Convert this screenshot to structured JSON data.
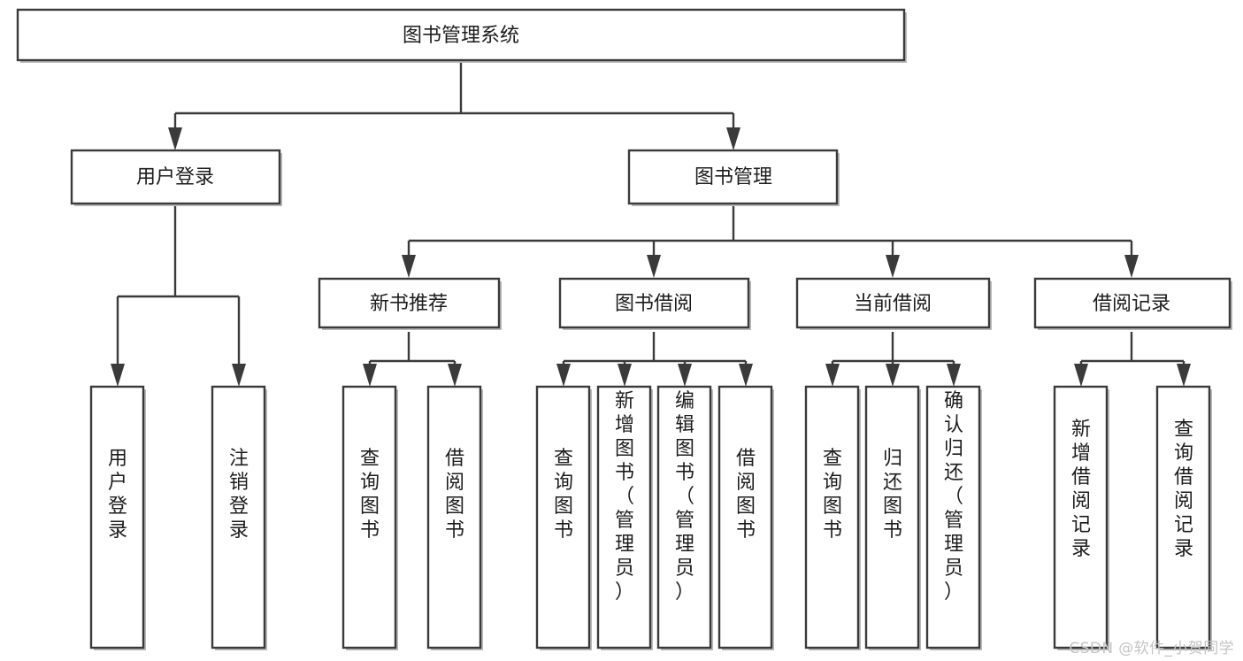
{
  "diagram": {
    "title": "图书管理系统",
    "type": "tree-hierarchy-chart",
    "orientation": "top-down",
    "colors": {
      "node_fill": "#ffffff",
      "node_stroke": "#3a3a3a",
      "connector": "#3a3a3a",
      "text": "#1c1c1c",
      "background": "#ffffff",
      "watermark": "#c4c4c4"
    },
    "root": {
      "id": "root",
      "label": "图书管理系统",
      "orientation": "horizontal"
    },
    "level2": [
      {
        "id": "user-login",
        "label": "用户登录",
        "orientation": "horizontal"
      },
      {
        "id": "book-management",
        "label": "图书管理",
        "orientation": "horizontal"
      }
    ],
    "level3": [
      {
        "id": "new-book-recommend",
        "label": "新书推荐",
        "orientation": "horizontal",
        "parent": "book-management"
      },
      {
        "id": "book-borrow",
        "label": "图书借阅",
        "orientation": "horizontal",
        "parent": "book-management"
      },
      {
        "id": "current-borrow",
        "label": "当前借阅",
        "orientation": "horizontal",
        "parent": "book-management"
      },
      {
        "id": "borrow-record",
        "label": "借阅记录",
        "orientation": "horizontal",
        "parent": "book-management"
      }
    ],
    "leaves": [
      {
        "id": "leaf-user-login",
        "label": "用户登录",
        "orientation": "vertical",
        "parent": "user-login"
      },
      {
        "id": "leaf-logout-login",
        "label": "注销登录",
        "orientation": "vertical",
        "parent": "user-login"
      },
      {
        "id": "leaf-query-book-1",
        "label": "查询图书",
        "orientation": "vertical",
        "parent": "new-book-recommend"
      },
      {
        "id": "leaf-borrow-book-1",
        "label": "借阅图书",
        "orientation": "vertical",
        "parent": "new-book-recommend"
      },
      {
        "id": "leaf-query-book-2",
        "label": "查询图书",
        "orientation": "vertical",
        "parent": "book-borrow"
      },
      {
        "id": "leaf-add-book-admin",
        "label": "新增图书（管理员）",
        "orientation": "vertical",
        "parent": "book-borrow"
      },
      {
        "id": "leaf-edit-book-admin",
        "label": "编辑图书（管理员）",
        "orientation": "vertical",
        "parent": "book-borrow"
      },
      {
        "id": "leaf-borrow-book-2",
        "label": "借阅图书",
        "orientation": "vertical",
        "parent": "book-borrow"
      },
      {
        "id": "leaf-query-book-3",
        "label": "查询图书",
        "orientation": "vertical",
        "parent": "current-borrow"
      },
      {
        "id": "leaf-return-book",
        "label": "归还图书",
        "orientation": "vertical",
        "parent": "current-borrow"
      },
      {
        "id": "leaf-confirm-return-admin",
        "label": "确认归还（管理员）",
        "orientation": "vertical",
        "parent": "current-borrow"
      },
      {
        "id": "leaf-add-borrow-record",
        "label": "新增借阅记录",
        "orientation": "vertical",
        "parent": "borrow-record"
      },
      {
        "id": "leaf-query-borrow-record",
        "label": "查询借阅记录",
        "orientation": "vertical",
        "parent": "borrow-record"
      }
    ]
  },
  "watermark": {
    "label": "CSDN @软件_小贺同学"
  }
}
